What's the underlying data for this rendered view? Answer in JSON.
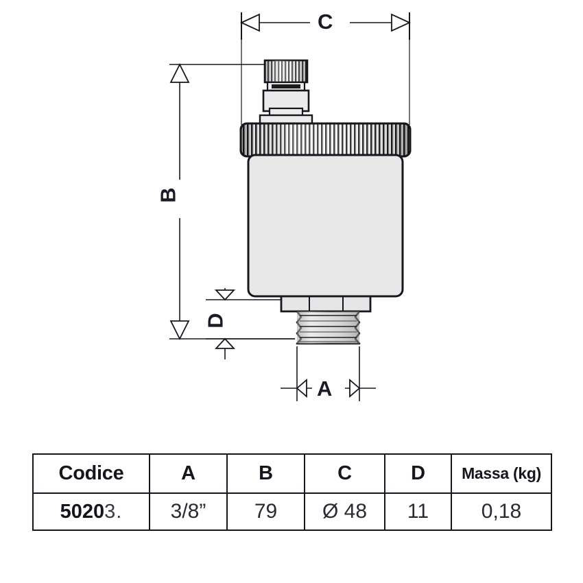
{
  "drawing": {
    "title": "automatic-air-vent-valve-dimension-drawing",
    "dimension_labels": {
      "C": "C",
      "B": "B",
      "D": "D",
      "A": "A"
    },
    "colors": {
      "line": "#16161f",
      "body_fill": "#e8e8e8",
      "knurl_dark": "#2a2a2a",
      "knurl_light": "#f2f2f2",
      "background": "#ffffff"
    }
  },
  "table": {
    "headers": [
      "Codice",
      "A",
      "B",
      "C",
      "D",
      "Massa (kg)"
    ],
    "row": {
      "code_bold": "5020",
      "code_rest": "3.",
      "A": "3/8”",
      "B": "79",
      "C": "Ø 48",
      "D": "11",
      "massa": "0,18"
    }
  }
}
